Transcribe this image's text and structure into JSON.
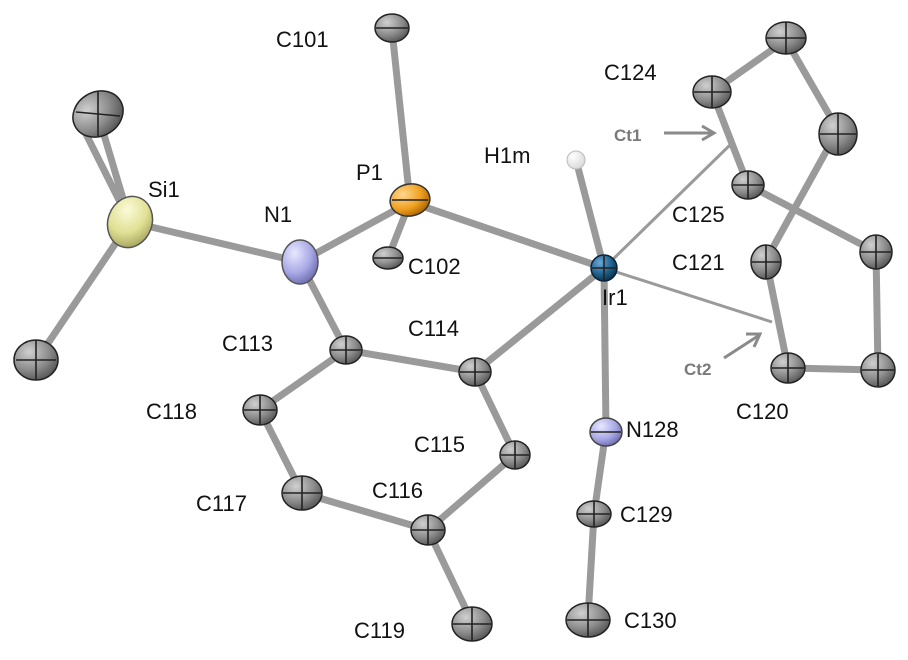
{
  "labels": {
    "C101": "C101",
    "C124": "C124",
    "Ct1": "Ct1",
    "H1m": "H1m",
    "P1": "P1",
    "Si1": "Si1",
    "N1": "N1",
    "C125": "C125",
    "C102": "C102",
    "C121": "C121",
    "Ir1": "Ir1",
    "C113": "C113",
    "C114": "C114",
    "Ct2": "Ct2",
    "C118": "C118",
    "C120": "C120",
    "N128": "N128",
    "C115": "C115",
    "C116": "C116",
    "C117": "C117",
    "C129": "C129",
    "C119": "C119",
    "C130": "C130"
  },
  "colors": {
    "carbon": "#8c8c8c",
    "iridium": "#1f5f8b",
    "phosphorus": "#f0a020",
    "nitrogen": "#a9a9e6",
    "silicon": "#e8e89a",
    "hydrogen": "#f2f2f2"
  }
}
